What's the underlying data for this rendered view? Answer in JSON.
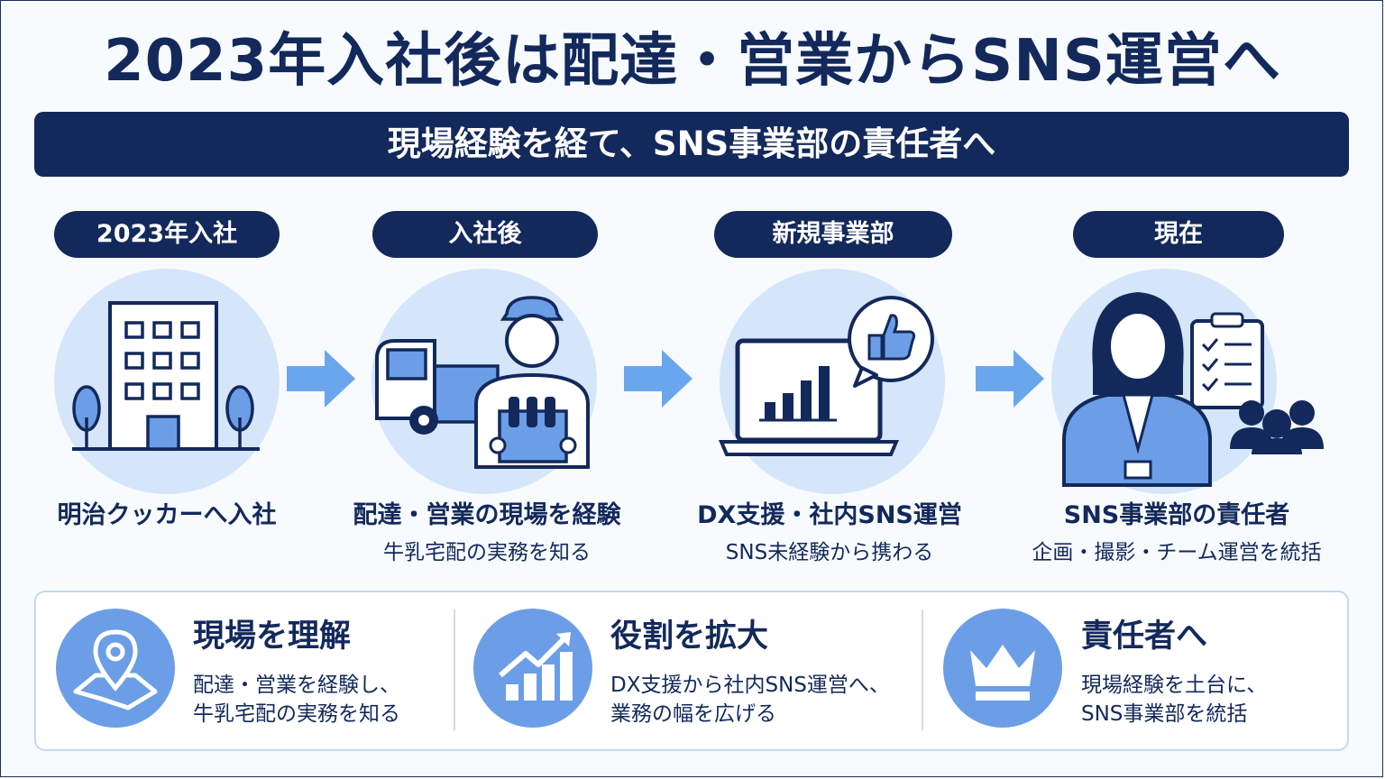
{
  "title": "2023年入社後は配達・営業からSNS運営へ",
  "subtitle": "現場経験を経て、SNS事業部の責任者へ",
  "steps": [
    {
      "label": "2023年入社",
      "main": "明治クッカーへ入社",
      "sub": "",
      "icon": "office-building-icon"
    },
    {
      "label": "入社後",
      "main": "配達・営業の現場を経験",
      "sub": "牛乳宅配の実務を知る",
      "icon": "delivery-worker-icon"
    },
    {
      "label": "新規事業部",
      "main": "DX支援・社内SNS運営",
      "sub": "SNS未経験から携わる",
      "icon": "laptop-like-icon"
    },
    {
      "label": "現在",
      "main": "SNS事業部の責任者",
      "sub": "企画・撮影・チーム運営を統括",
      "icon": "manager-team-icon"
    }
  ],
  "summary": [
    {
      "heading": "現場を理解",
      "line1": "配達・営業を経験し、",
      "line2": "牛乳宅配の実務を知る",
      "icon": "map-pin-icon"
    },
    {
      "heading": "役割を拡大",
      "line1": "DX支援から社内SNS運営へ、",
      "line2": "業務の幅を広げる",
      "icon": "growth-chart-icon"
    },
    {
      "heading": "責任者へ",
      "line1": "現場経験を土台に、",
      "line2": "SNS事業部を統括",
      "icon": "crown-icon"
    }
  ],
  "colors": {
    "navy": "#13295b",
    "circle": "#d6e6fa",
    "accent": "#6b9ee6",
    "arrow": "#6aa6ee"
  }
}
